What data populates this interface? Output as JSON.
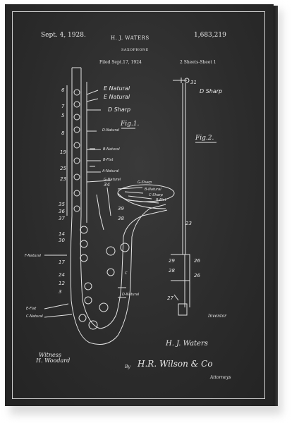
{
  "patent": {
    "date": "Sept. 4, 1928.",
    "inventor_name": "H. J. WATERS",
    "number": "1,683,219",
    "title": "SAXOPHONE",
    "filed": "Filed Sept.17, 1924",
    "sheets": "2 Sheets-Sheet 1"
  },
  "figures": {
    "fig1": "Fig.1.",
    "fig2": "Fig.2."
  },
  "labels": {
    "e_natural_1": "E Natural",
    "e_natural_2": "E Natural",
    "d_sharp": "D Sharp",
    "d_natural": "D-Natural",
    "b_natural": "B-Natural",
    "b_flat": "B-Flat",
    "a_natural": "A-Natural",
    "g_natural": "G-Natural",
    "g_sharp": "G-Sharp",
    "b_natural_bell": "B-Natural",
    "c_sharp": "C-Sharp",
    "b_flat_bell": "B-Flat",
    "f_natural": "F-Natural",
    "c_natural": "C",
    "d_natural_low": "D-Natural",
    "e_flat": "E-Flat",
    "c_natural_low": "C-Natural",
    "d_sharp_fig2": "D Sharp"
  },
  "signatures": {
    "inventor_label": "Inventor",
    "inventor_sig": "H. J. Waters",
    "witness_label": "Witness",
    "witness_sig": "H. Woodard",
    "by": "By",
    "attorney_sig": "H.R. Wilson & Co",
    "attorneys": "Attorneys"
  },
  "colors": {
    "board": "#2c2c2c",
    "chalk": "#e8e8e8"
  }
}
